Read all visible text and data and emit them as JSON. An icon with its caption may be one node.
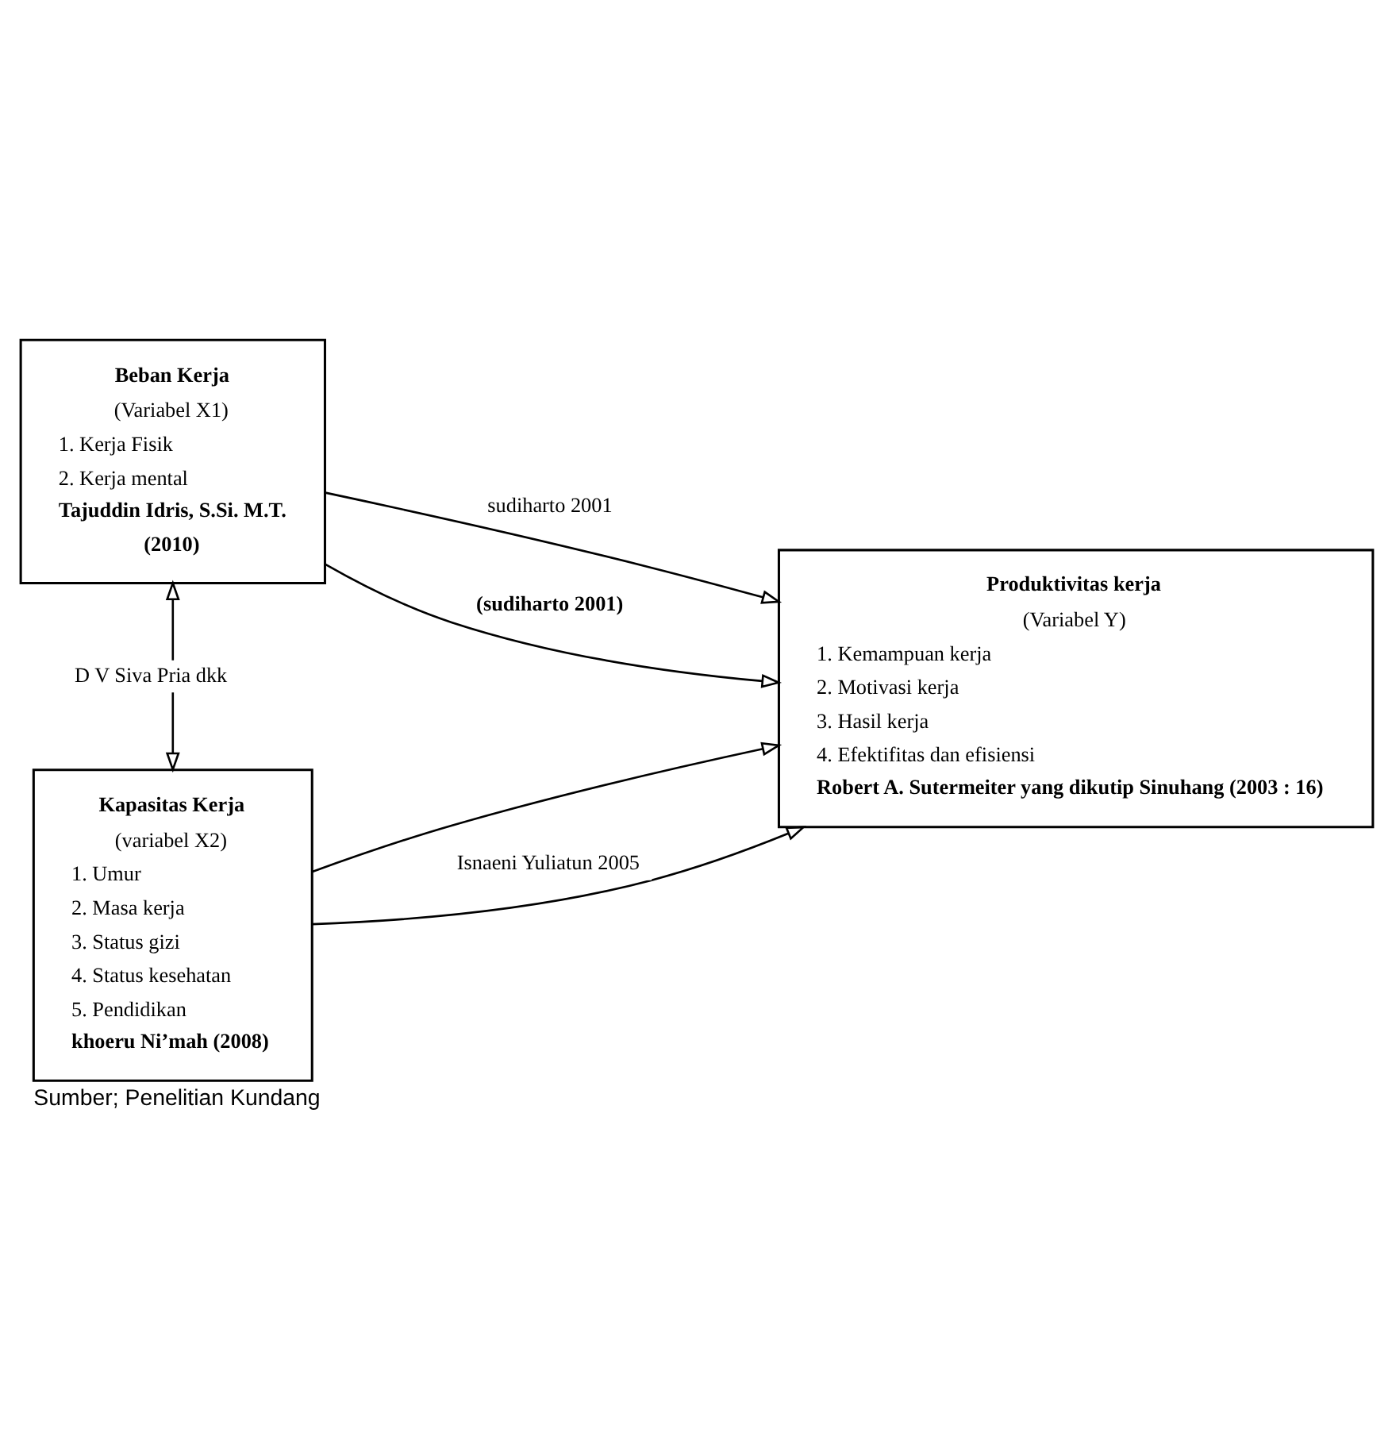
{
  "diagram": {
    "caption": "Sumber; Penelitian Kundang",
    "nodes": [
      {
        "text": [
          "Beban Kerja",
          "(Variabel X1)",
          "1. Kerja Fisik",
          "2. Kerja mental",
          "Tajuddin Idris, S.Si. M.T.",
          "(2010)"
        ]
      },
      {
        "text": [
          "Produktivitas kerja",
          "(Variabel Y)",
          "1. Kemampuan kerja",
          "2. Motivasi kerja",
          "3. Hasil kerja",
          "4. Efektifitas dan efisiensi",
          "Robert A. Sutermeiter yang dikutip Sinuhang (2003 : 16)"
        ]
      },
      {
        "text": [
          "Kapasitas Kerja",
          "(variabel X2)",
          "1. Umur",
          "2. Masa kerja",
          "3. Status gizi",
          "4. Status kesehatan",
          "5. Pendidikan",
          "khoeru Ni’mah (2008)"
        ]
      }
    ],
    "edges": [
      {
        "from": 0,
        "to": 1,
        "arrow": "to",
        "label": "sudiharto 2001"
      },
      {
        "from": 0,
        "to": 2,
        "arrow": "both",
        "label": "D V Siva Pria dkk"
      },
      {
        "from": 0,
        "to": 1,
        "arrow": "to",
        "label": "(sudiharto 2001)"
      },
      {
        "from": 2,
        "to": 1,
        "arrow": "to"
      },
      {
        "from": 2,
        "to": 1,
        "arrow": "to",
        "label": "Isnaeni Yuliatun 2005"
      }
    ]
  }
}
